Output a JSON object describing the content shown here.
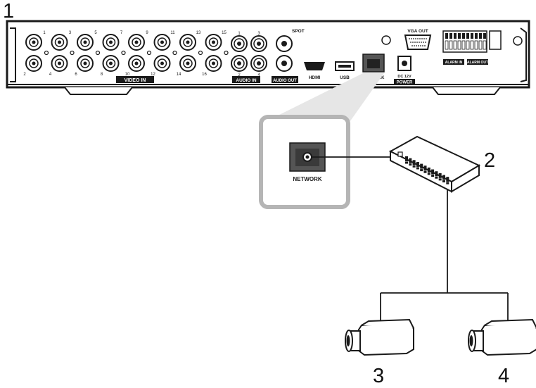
{
  "callouts": {
    "recorder": "1",
    "hub": "2",
    "camera_left": "3",
    "camera_right": "4"
  },
  "rear_panel": {
    "video_in_label": "VIDEO IN",
    "video_in_channels": [
      "1",
      "2",
      "3",
      "4",
      "5",
      "6",
      "7",
      "8",
      "9",
      "10",
      "11",
      "12",
      "13",
      "14",
      "15",
      "16"
    ],
    "audio_in_label": "AUDIO IN",
    "audio_in_channels": [
      "1",
      "2",
      "3",
      "4"
    ],
    "audio_out_label": "AUDIO OUT",
    "spot_label": "SPOT",
    "hdmi_label": "HDMI",
    "usb_label": "USB",
    "network_label": "NETWORK",
    "vga_label": "VGA OUT",
    "power_label_top": "DC 12V",
    "power_label": "POWER",
    "alarm_in_label": "ALARM IN",
    "alarm_out_label": "ALARM OUT"
  },
  "zoom": {
    "network_label": "NETWORK"
  },
  "colors": {
    "line": "#1a1a1a",
    "panel_face": "#ffffff",
    "port_fill": "#555555",
    "zoom_border": "#b5b5b5",
    "zoom_fill": "#f2f2f2"
  }
}
